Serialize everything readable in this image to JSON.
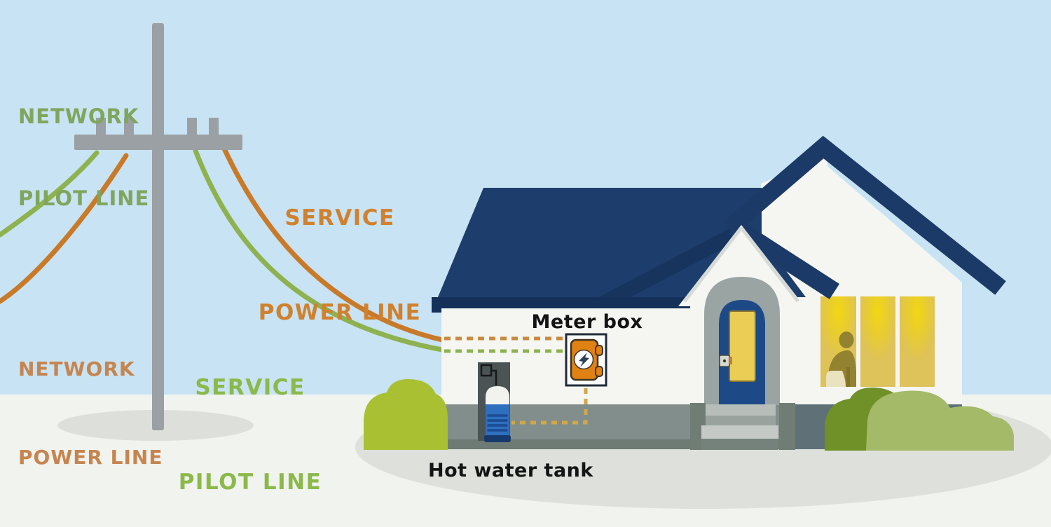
{
  "diagram": {
    "type": "residential-electrical-service-illustration",
    "line_labels": {
      "network_pilot": {
        "line1": "NETWORK",
        "line2": "PILOT LINE",
        "color": "#7fa65c"
      },
      "network_power": {
        "line1": "NETWORK",
        "line2": "POWER LINE",
        "color": "#c6854f"
      },
      "service_power": {
        "line1": "SERVICE",
        "line2": "POWER LINE",
        "color": "#d0812e"
      },
      "service_pilot": {
        "line1": "SERVICE",
        "line2": "PILOT LINE",
        "color": "#8bb94a"
      }
    },
    "callouts": {
      "meter_box": {
        "text": "Meter box",
        "color": "#141414"
      },
      "hot_water_tank": {
        "text": "Hot water tank",
        "color": "#141414"
      }
    },
    "colors": {
      "sky": "#c8e3f3",
      "ground": "#f1f3ef",
      "shadow": "#dee1db",
      "pole_shadow": "#dcdfda",
      "pole": "#9aa0a3",
      "roof": "#1d3d6c",
      "roof_shadow": "#16345e",
      "roof_band": "#1b3a68",
      "eave": "#15315a",
      "wall": "#f5f6f2",
      "foundation": "#828e8c",
      "foundation_dark": "#6e7a74",
      "foundation_right": "#5f7077",
      "arch": "#99a4a3",
      "door": "#1d4a86",
      "door_panel": "#e9cd55",
      "window": "#dec25a",
      "window_glow": "#f2d713",
      "silhouette": "#93822f",
      "bush_left": "#a8c032",
      "bush_dark": "#6f9128",
      "bush_light": "#a4ba69",
      "wire_power": "#c87a28",
      "wire_pilot": "#8db24f",
      "dash_power": "#c98a3e",
      "dash_pilot": "#8db24f",
      "dash_meter_feed": "#d2a845",
      "meter_door": "#e08114",
      "tank_body": "#2e6fbe",
      "tank_coil": "#1c4a92",
      "tank_base": "#163a6b",
      "tank_panel": "#4b5455"
    }
  }
}
